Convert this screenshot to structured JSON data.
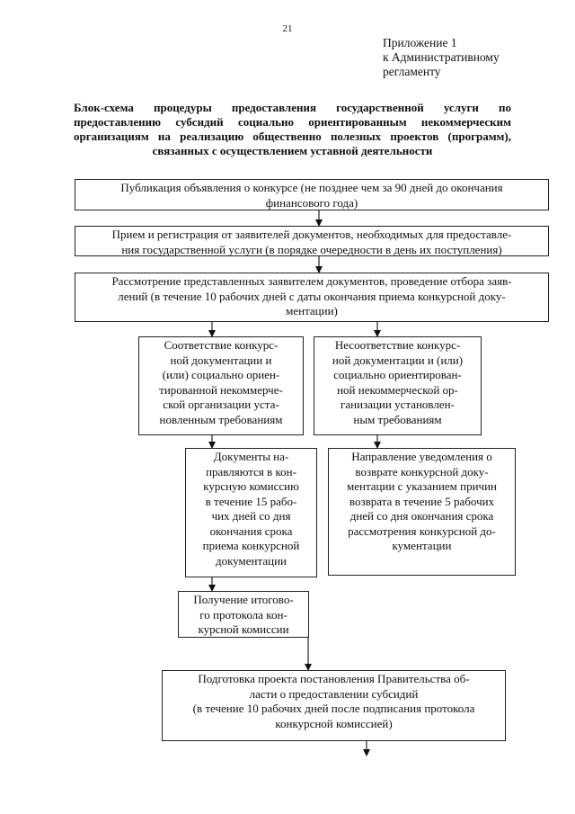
{
  "page_number": "21",
  "appendix": {
    "line1": "Приложение 1",
    "line2": "к Административному",
    "line3": "регламенту"
  },
  "title": "Блок-схема процедуры предоставления государственной услуги по предоставлению субсидий социально ориентированным некоммерческим организациям на реализацию общественно полезных проектов (программ), связанных с осуществлением уставной деятельности",
  "steps": {
    "publication": [
      "Публикация объявления о конкурсе (не позднее чем за 90 дней до окончания",
      "финансового года)"
    ],
    "reception": [
      "Прием и регистрация от заявителей документов, необходимых для предоставле-",
      "ния государственной услуги (в порядке очередности в день их поступления)"
    ],
    "review": [
      "Рассмотрение представленных заявителем документов, проведение отбора заяв-",
      "лений (в течение 10 рабочих дней с даты окончания приема конкурсной доку-",
      "ментации)"
    ],
    "compliance": [
      "Соответствие конкурс-",
      "ной документации и",
      "(или) социально ориен-",
      "тированной некоммерче-",
      "ской организации уста-",
      "новленным требованиям"
    ],
    "noncompliance": [
      "Несоответствие конкурс-",
      "ной документации и (или)",
      "социально ориентирован-",
      "ной некоммерческой ор-",
      "ганизации установлен-",
      "ным требованиям"
    ],
    "to_commission": [
      "Документы на-",
      "правляются в кон-",
      "курсную комиссию",
      "в течение 15 рабо-",
      "чих дней со дня",
      "окончания срока",
      "приема конкурсной",
      "документации"
    ],
    "notification": [
      "Направление уведомления о",
      "возврате конкурсной доку-",
      "ментации с указанием причин",
      "возврата в течение 5 рабочих",
      "дней со дня окончания срока",
      "рассмотрения конкурсной до-",
      "кументации"
    ],
    "protocol": [
      "Получение итогово-",
      "го протокола кон-",
      "курсной комиссии"
    ],
    "resolution": [
      "Подготовка проекта постановления Правительства об-",
      "ласти о предоставлении субсидий",
      "(в течение 10 рабочих дней после подписания протокола",
      "конкурсной комиссией)"
    ]
  }
}
